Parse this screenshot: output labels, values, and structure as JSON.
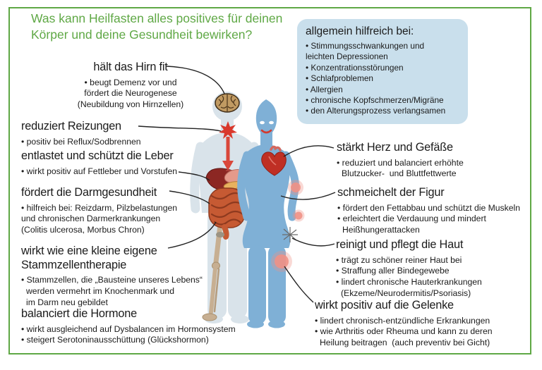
{
  "title": "Was kann Heilfasten alles positives für deinen\nKörper und deine Gesundheit bewirken?",
  "info_box": {
    "heading": "allgemein hilfreich bei:",
    "lines": [
      "• Stimmungsschwankungen und",
      "leichten Depressionen",
      "• Konzentrationsstörungen",
      "• Schlafproblemen",
      "• Allergien",
      "• chronische Kopfschmerzen/Migräne",
      "• den Alterungsprozess verlangsamen"
    ]
  },
  "left": [
    {
      "heading": "hält das Hirn fit",
      "lines": [
        "• beugt Demenz vor und",
        "fördert die Neurogenese",
        "(Neubildung von Hirnzellen)"
      ]
    },
    {
      "heading": "reduziert Reizungen",
      "lines": [
        "• positiv bei Reflux/Sodbrennen"
      ]
    },
    {
      "heading": "entlastet und schützt die Leber",
      "lines": [
        "• wirkt positiv auf Fettleber und Vorstufen"
      ]
    },
    {
      "heading": "fördert die Darmgesundheit",
      "lines": [
        "• hilfreich bei: Reizdarm, Pilzbelastungen",
        "und chronischen Darmerkrankungen",
        "(Colitis ulcerosa, Morbus Chron)"
      ]
    },
    {
      "heading": "wirkt wie eine kleine eigene\nStammzellentherapie",
      "lines": [
        "• Stammzellen, die „Bausteine unseres Lebens“",
        "werden vermehrt im Knochenmark und",
        "im Darm neu gebildet"
      ]
    },
    {
      "heading": "balanciert die Hormone",
      "lines": [
        "• wirkt ausgleichend auf Dysbalancen im Hormonsystem",
        "• steigert Serotoninausschüttung (Glückshormon)"
      ]
    }
  ],
  "right": [
    {
      "heading": "stärkt Herz und Gefäße",
      "lines": [
        "• reduziert und balanciert erhöhte",
        "Blutzucker-  und Bluttfettwerte"
      ]
    },
    {
      "heading": "schmeichelt der Figur",
      "lines": [
        "• fördert den Fettabbau und schützt die Muskeln",
        "• erleichtert die Verdauung und mindert",
        "Heißhungerattacken"
      ]
    },
    {
      "heading": "reinigt und pflegt die Haut",
      "lines": [
        "• trägt zu schöner reiner Haut bei",
        "• Straffung aller Bindegewebe",
        "• lindert chronische Hauterkrankungen",
        "(Ekzeme/Neurodermitis/Psoriasis)"
      ]
    },
    {
      "heading": "wirkt positiv auf die Gelenke",
      "lines": [
        "• lindert chronisch-entzündliche Erkrankungen",
        "• wie Arthritis oder Rheuma und kann zu deren",
        "Heilung beitragen  (auch preventiv bei Gicht)"
      ]
    }
  ],
  "colors": {
    "accent_green": "#5fa845",
    "info_box_bg": "#c9dfec",
    "figure_front_blue": "#7fb0d6",
    "figure_back_blue": "#d9e3ea",
    "connector_black": "#222222",
    "organ_red": "#c0392b",
    "liver_dark_red": "#8c2723",
    "spot_pink": "#ef9186",
    "bone_tan": "#c7af92",
    "text": "#1b1b1b"
  }
}
